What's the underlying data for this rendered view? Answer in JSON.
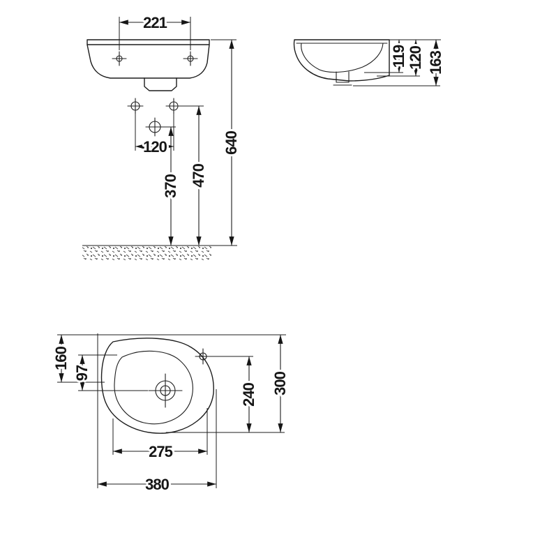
{
  "drawing": {
    "front_view": {
      "dim_tap_hole_spacing": "221",
      "dim_mount_hole_spacing": "120",
      "dim_drain_height": "370",
      "dim_mount_height": "470",
      "dim_rim_height": "640"
    },
    "side_view": {
      "dim_bowl_depth": "119",
      "dim_body_depth": "120",
      "dim_total_height": "163"
    },
    "top_view": {
      "dim_edge_offset": "160",
      "dim_tap_center_offset": "97",
      "dim_bowl_extent": "240",
      "dim_total_depth": "300",
      "dim_bowl_width": "275",
      "dim_total_width": "380"
    }
  }
}
